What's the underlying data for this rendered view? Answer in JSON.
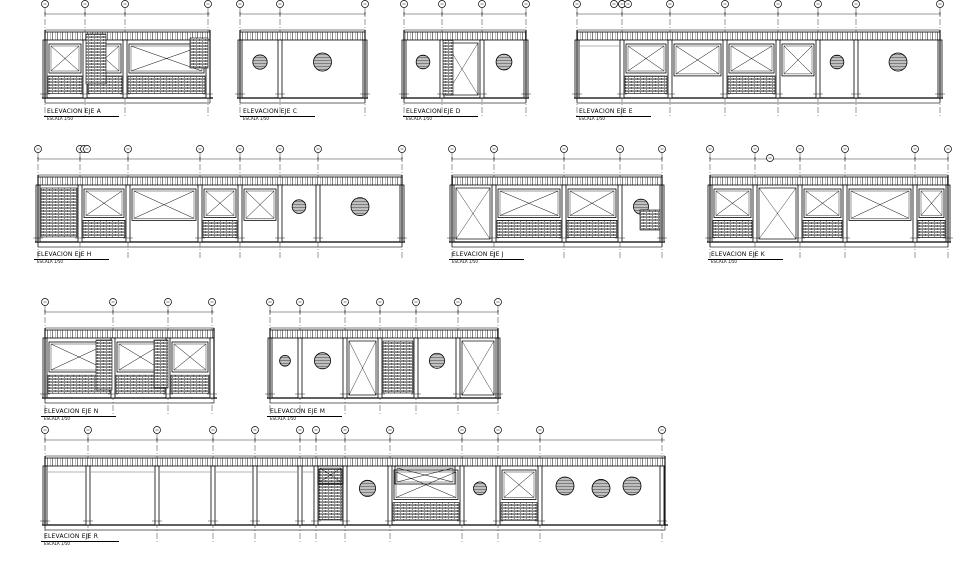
{
  "drawing": {
    "scale_label": "ESCALA 1/50",
    "elevations": [
      {
        "id": "A",
        "title": "ELEVACION EJE A"
      },
      {
        "id": "C",
        "title": "ELEVACION EJE C"
      },
      {
        "id": "D",
        "title": "ELEVACION EJE D"
      },
      {
        "id": "E",
        "title": "ELEVACION EJE E"
      },
      {
        "id": "H",
        "title": "ELEVACION EJE H"
      },
      {
        "id": "J",
        "title": "ELEVACION EJE J"
      },
      {
        "id": "K",
        "title": "ELEVACION EJE K"
      },
      {
        "id": "N",
        "title": "ELEVACION EJE N"
      },
      {
        "id": "M",
        "title": "ELEVACION EJE M"
      },
      {
        "id": "R",
        "title": "ELEVACION EJE R"
      }
    ]
  }
}
